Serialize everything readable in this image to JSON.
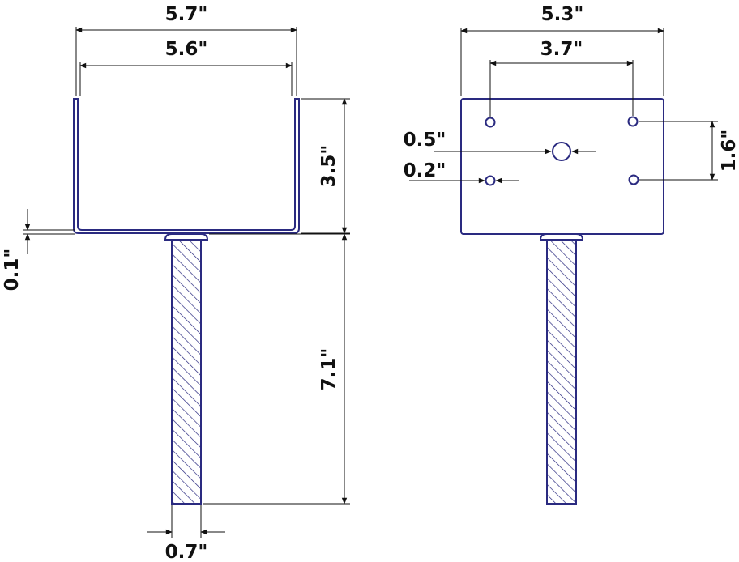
{
  "colors": {
    "outline": "#2a2a80",
    "dimension": "#111111",
    "background": "#ffffff"
  },
  "front_view": {
    "dims": {
      "outer_width": "5.7\"",
      "inner_width": "5.6\"",
      "height": "3.5\"",
      "thickness": "0.1\"",
      "rod_length": "7.1\"",
      "rod_width": "0.7\""
    }
  },
  "side_view": {
    "dims": {
      "plate_width": "5.3\"",
      "hole_spacing": "3.7\"",
      "large_hole": "0.5\"",
      "small_hole": "0.2\"",
      "vertical_spacing": "1.6\""
    }
  }
}
